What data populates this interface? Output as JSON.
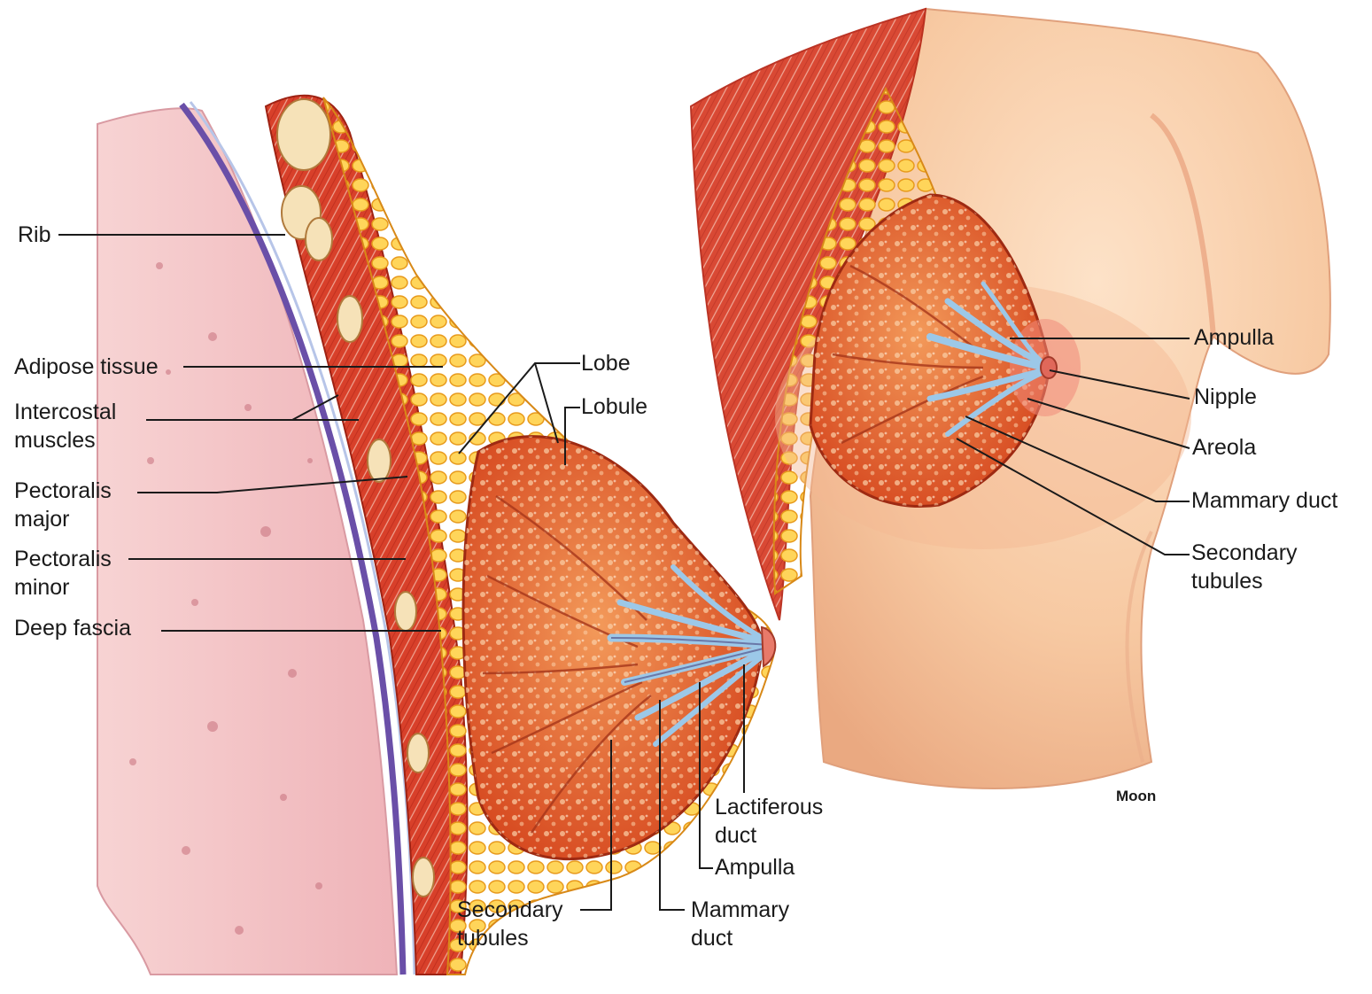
{
  "left_figure": {
    "labels": {
      "rib": "Rib",
      "adipose": "Adipose tissue",
      "intercostal": "Intercostal\nmuscles",
      "pect_major": "Pectoralis\nmajor",
      "pect_minor": "Pectoralis\nminor",
      "deep_fascia": "Deep fascia",
      "lobe": "Lobe",
      "lobule": "Lobule",
      "lactiferous": "Lactiferous\nduct",
      "ampulla": "Ampulla",
      "mammary": "Mammary\nduct",
      "secondary": "Secondary\ntubules"
    }
  },
  "right_figure": {
    "labels": {
      "ampulla": "Ampulla",
      "nipple": "Nipple",
      "areola": "Areola",
      "mammary": "Mammary duct",
      "secondary": "Secondary\ntubules"
    }
  },
  "signature": "Moon",
  "colors": {
    "lung": "#f3c3c6",
    "pleura": "#6a4fa8",
    "muscle": "#d8402a",
    "fat": "#f7c13c",
    "gland": "#e8682a",
    "duct": "#9cc8e8",
    "skin": "#f7c9a2"
  }
}
